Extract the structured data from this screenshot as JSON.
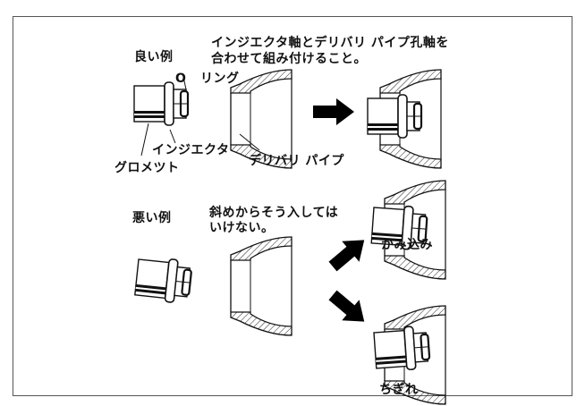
{
  "good": {
    "title": "良い例",
    "note_line1": "インジエクタ軸とデリバリ パイプ孔軸を",
    "note_line2": "合わせて組み付けること。",
    "o_ring_o": "O",
    "o_ring_label": "リング",
    "injector_label": "インジエクタ",
    "grommet_label": "グロメツト",
    "delivery_pipe_label": "デリバリ パイプ"
  },
  "bad": {
    "title": "悪い例",
    "note_line1": "斜めからそう入しては",
    "note_line2": "いけない。",
    "case_bite_label": "かみ込み",
    "case_tear_label": "ちぎれ"
  }
}
